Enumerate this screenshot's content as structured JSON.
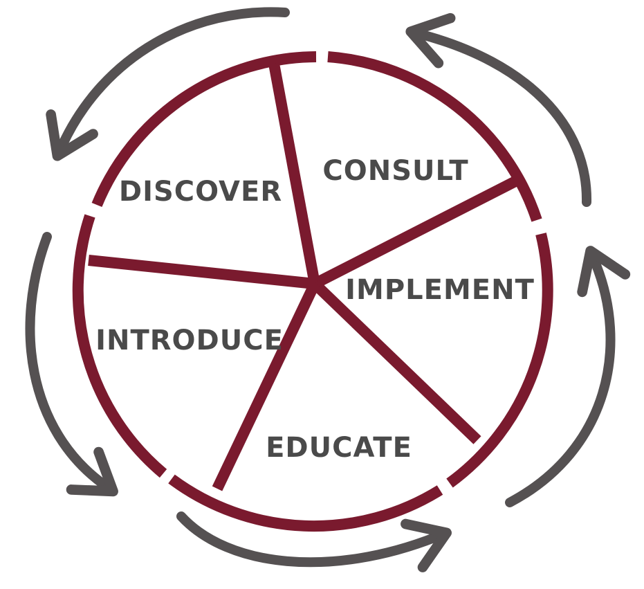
{
  "diagram": {
    "stages": [
      {
        "id": "discover",
        "label": "DISCOVER"
      },
      {
        "id": "consult",
        "label": "CONSULT"
      },
      {
        "id": "implement",
        "label": "IMPLEMENT"
      },
      {
        "id": "educate",
        "label": "EDUCATE"
      },
      {
        "id": "introduce",
        "label": "INTRODUCE"
      }
    ],
    "colors": {
      "ring": "#7a1a2e",
      "arrow": "#555152",
      "label": "#4a4a4a",
      "background": "#ffffff"
    },
    "icons": {
      "cycle_arrows": "curved-arrow-icon"
    }
  }
}
